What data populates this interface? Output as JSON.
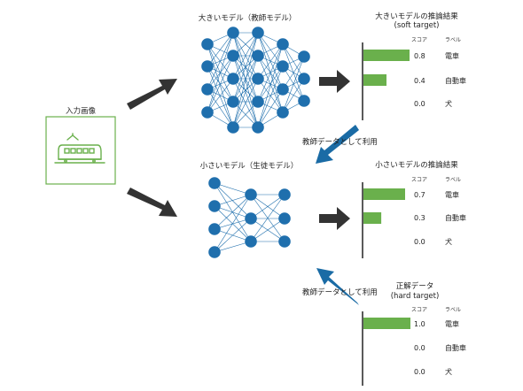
{
  "input": {
    "title": "入力画像",
    "icon": "train-icon",
    "accent": "#6ab04c"
  },
  "teacher": {
    "title": "大きいモデル（教師モデル）"
  },
  "student": {
    "title": "小さいモデル（生徒モデル）"
  },
  "arrows": {
    "teacher_label": "教師データとして利用",
    "hard_label": "教師データとして利用"
  },
  "panels": {
    "teacher_result": {
      "title_line1": "大きいモデルの推論結果",
      "title_line2": "(soft target)",
      "score_header": "スコア",
      "label_header": "ラベル",
      "rows": [
        {
          "score": "0.8",
          "value": 0.8,
          "label": "電車"
        },
        {
          "score": "0.4",
          "value": 0.4,
          "label": "自動車"
        },
        {
          "score": "0.0",
          "value": 0.0,
          "label": "犬"
        }
      ]
    },
    "student_result": {
      "title_line1": "小さいモデルの推論結果",
      "score_header": "スコア",
      "label_header": "ラベル",
      "rows": [
        {
          "score": "0.7",
          "value": 0.7,
          "label": "電車"
        },
        {
          "score": "0.3",
          "value": 0.3,
          "label": "自動車"
        },
        {
          "score": "0.0",
          "value": 0.0,
          "label": "犬"
        }
      ]
    },
    "hard_target": {
      "title_line1": "正解データ",
      "title_line2": "(hard target)",
      "score_header": "スコア",
      "label_header": "ラベル",
      "rows": [
        {
          "score": "1.0",
          "value": 1.0,
          "label": "電車"
        },
        {
          "score": "0.0",
          "value": 0.0,
          "label": "自動車"
        },
        {
          "score": "0.0",
          "value": 0.0,
          "label": "犬"
        }
      ]
    }
  },
  "colors": {
    "node": "#1f6fad",
    "blue_arrow": "#1a6ba5",
    "dark_arrow": "#333333",
    "bar": "#6ab04c"
  }
}
